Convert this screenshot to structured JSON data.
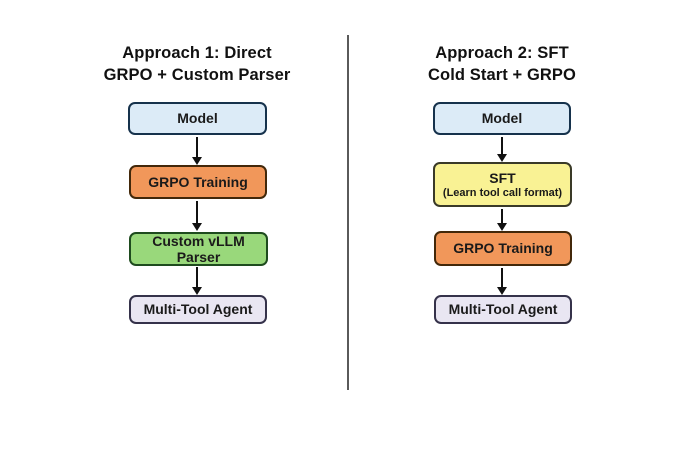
{
  "canvas": {
    "background": "#ffffff",
    "divider_color": "#5a5a5a",
    "arrow_color": "#111111",
    "title_color": "#111111"
  },
  "columns": [
    {
      "id": "approach-1",
      "title_line1": "Approach 1: Direct",
      "title_line2": "GRPO + Custom Parser",
      "nodes": [
        {
          "label": "Model",
          "fill": "#dcebf7",
          "border": "#16324c"
        },
        {
          "label": "GRPO Training",
          "fill": "#f1975a",
          "border": "#42280a"
        },
        {
          "label": "Custom vLLM Parser",
          "fill": "#99d87b",
          "border": "#1e4b1e"
        },
        {
          "label": "Multi-Tool Agent",
          "fill": "#e9e6f2",
          "border": "#35324a"
        }
      ]
    },
    {
      "id": "approach-2",
      "title_line1": "Approach 2: SFT",
      "title_line2": "Cold Start + GRPO",
      "nodes": [
        {
          "label": "Model",
          "fill": "#dcebf7",
          "border": "#16324c"
        },
        {
          "label": "SFT",
          "sublabel": "(Learn tool call format)",
          "fill": "#f9f294",
          "border": "#3a3a28"
        },
        {
          "label": "GRPO Training",
          "fill": "#f1975a",
          "border": "#42280a"
        },
        {
          "label": "Multi-Tool Agent",
          "fill": "#e9e6f2",
          "border": "#35324a"
        }
      ]
    }
  ]
}
